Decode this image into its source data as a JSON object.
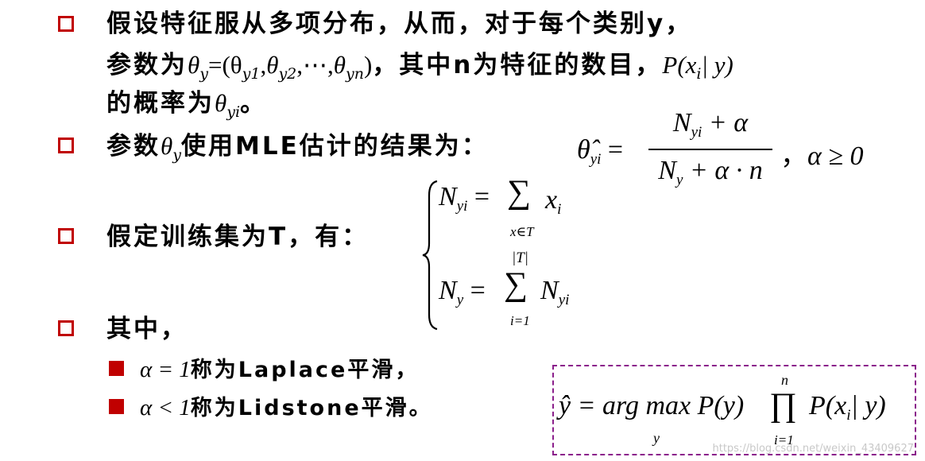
{
  "bullets": [
    {
      "line1": "假设特征服从多项分布，从而，对于每个类别y，",
      "line2_pre": "参数为",
      "line2_mid": "，其中n为特征的数目，",
      "line3_pre": "的概率为",
      "line3_post": "。"
    },
    {
      "pre": "参数",
      "mid": "使用MLE估计的结果为：",
      "cond": "α ≥ 0"
    },
    {
      "text": "假定训练集为T，有："
    },
    {
      "text": "其中，",
      "sub": [
        {
          "pre": "α = 1",
          "text": "称为Laplace平滑，"
        },
        {
          "pre": "α < 1",
          "text": "称为Lidstone平滑。"
        }
      ]
    }
  ],
  "math": {
    "theta_y": "θ",
    "theta_y_sub": "y",
    "theta_vector": "=(θ",
    "theta_vector_subs": [
      "y1",
      "y2",
      "yn"
    ],
    "ellipsis": ",⋯,",
    "P_xi_y": "P(x",
    "xi_sub": "i",
    "given_y": "| y)",
    "theta_yi_sub": "yi",
    "mle_lhs": "θ̂",
    "mle_num": "N",
    "mle_num_sub": "yi",
    "mle_num_plus": "+ α",
    "mle_den": "N",
    "mle_den_sub": "y",
    "mle_den_plus": "+ α · n",
    "eq1_lhs": "N",
    "eq1_lhs_sub": "yi",
    "eq1_rhs": "x",
    "eq1_rhs_sub": "i",
    "eq1_sum_sub": "x∈T",
    "eq2_lhs": "N",
    "eq2_lhs_sub": "y",
    "eq2_rhs": "N",
    "eq2_rhs_sub": "yi",
    "eq2_sum_sub": "i=1",
    "eq2_sum_sup": "|T|",
    "argmax_lhs": "ŷ = arg max P(y)",
    "argmax_under": "y",
    "prod_sup": "n",
    "prod_sub": "i=1",
    "argmax_rhs": "P(x",
    "argmax_rhs_sub": "i",
    "argmax_rhs_end": "| y)"
  },
  "watermark": "https://blog.csdn.net/weixin_43409627",
  "colors": {
    "bullet": "#c00000",
    "dashed_border": "#8b1f8b"
  }
}
